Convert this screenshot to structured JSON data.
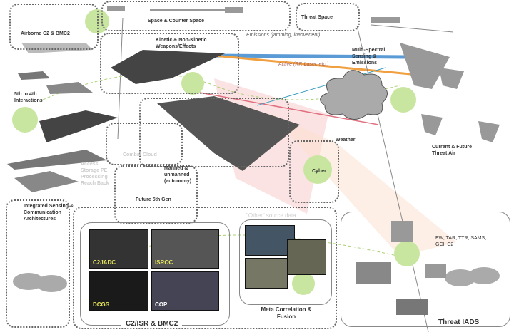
{
  "labels": {
    "airborne_c2": "Airborne C2 & BMC2",
    "space": "Space & Counter Space",
    "kinetic": "Kinetic & Non-Kinetic Weapons/Effects",
    "emissions": "Emissions (jamming, inadvertent)",
    "active": "Active (RF, Laser, etc.)",
    "multispectral": "Multi-Spectral Sensing & Emissions",
    "threat_space": "Threat Space",
    "interactions": "5th to 4th Interactions",
    "combat_cloud": "Combat Cloud",
    "reach_back": "Access Storage PE Processing Reach Back",
    "weather": "Weather",
    "threat_air": "Current & Future Threat Air",
    "cyber": "Cyber",
    "manned": "Manned & unmanned (autonomy)",
    "future_5th": "Future 5th Gen",
    "integrated": "Integrated Sensing & Communication Architectures",
    "other_source": "\"Other\" source data",
    "c2isr": "C2/ISR & BMC2",
    "meta": "Meta Correlation & Fusion",
    "iads_list": "EW, TAR, TTR, SAMS, GCI, C2",
    "threat_iads": "Threat IADS"
  },
  "panels": [
    "C2/IADC",
    "ISROC",
    "DCGS",
    "COP"
  ]
}
